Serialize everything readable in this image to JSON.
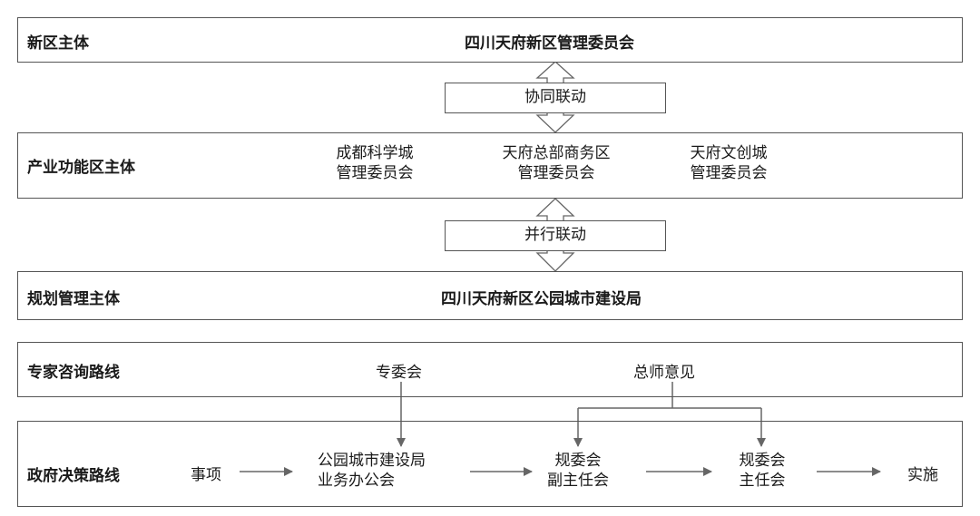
{
  "tiers": {
    "xinqu": {
      "label": "新区主体",
      "title": "四川天府新区管理委员会"
    },
    "link1": "协同联动",
    "chanye": {
      "label": "产业功能区主体",
      "items": [
        {
          "line1": "成都科学城",
          "line2": "管理委员会"
        },
        {
          "line1": "天府总部商务区",
          "line2": "管理委员会"
        },
        {
          "line1": "天府文创城",
          "line2": "管理委员会"
        }
      ]
    },
    "link2": "并行联动",
    "guihua": {
      "label": "规划管理主体",
      "title": "四川天府新区公园城市建设局"
    }
  },
  "expert": {
    "label": "专家咨询路线",
    "zhuanweihui": "专委会",
    "zongshi": "总师意见"
  },
  "gov": {
    "label": "政府决策路线",
    "steps": [
      {
        "line1": "事项",
        "line2": ""
      },
      {
        "line1": "公园城市建设局",
        "line2": "业务办公会"
      },
      {
        "line1": "规委会",
        "line2": "副主任会"
      },
      {
        "line1": "规委会",
        "line2": "主任会"
      },
      {
        "line1": "实施",
        "line2": ""
      }
    ]
  }
}
